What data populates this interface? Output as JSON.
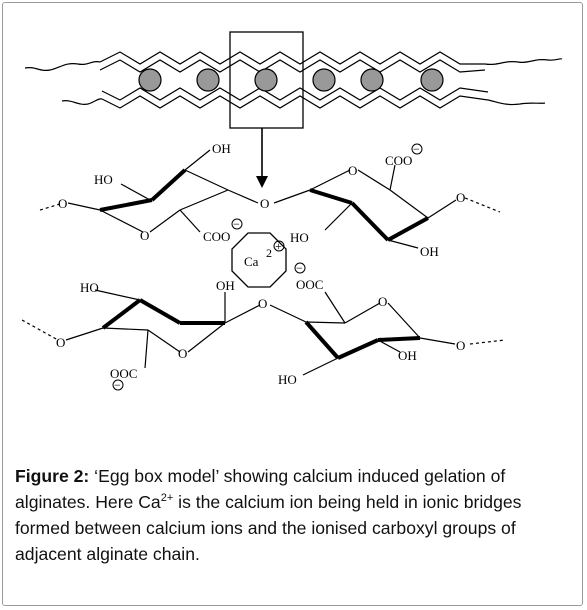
{
  "diagram": {
    "labels": {
      "oh": "OH",
      "ho": "HO",
      "o": "O",
      "coo": "COO",
      "ooc": "OOC",
      "ca": "Ca",
      "ca_charge": "2",
      "minus": "−",
      "plus": "+"
    }
  },
  "caption": {
    "label": "Figure 2:",
    "text_before": " ‘Egg box model’ showing calcium induced gelation of alginates. Here Ca",
    "superscript": "2+",
    "text_after": " is the calcium ion being held in ionic bridges formed between calcium ions and the ionised carboxyl groups of adjacent alginate chain."
  }
}
